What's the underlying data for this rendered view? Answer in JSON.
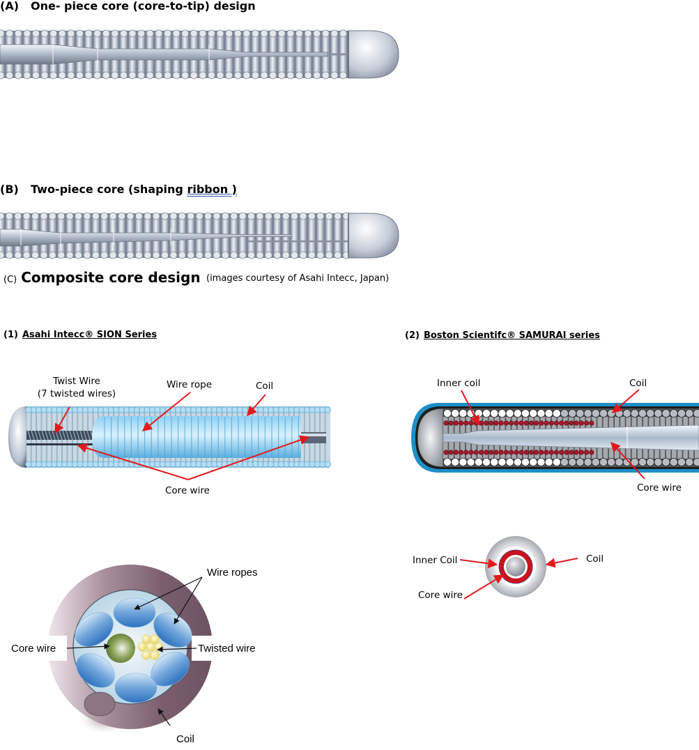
{
  "panels": {
    "a": {
      "tag": "(A)",
      "title": "One- piece core (core-to-tip) design"
    },
    "b": {
      "tag": "(B)",
      "title_prefix": "Two-piece core (shaping ",
      "title_link": "ribbon )"
    },
    "c": {
      "tag": "(C)",
      "title": "Composite core design",
      "credit": "(images courtesy of Asahi Intecc, Japan)"
    }
  },
  "sion": {
    "num": "(1)",
    "name": "Asahi Intecc®  SION Series",
    "labels": {
      "twist_wire": "Twist Wire",
      "twist_wire_note": "(7 twisted wires)",
      "wire_rope": "Wire rope",
      "coil": "Coil",
      "core_wire": "Core wire"
    },
    "cross_section": {
      "wire_ropes": "Wire ropes",
      "core_wire": "Core wire",
      "twisted_wire": "Twisted wire",
      "coil": "Coil"
    }
  },
  "samurai": {
    "num": "(2)",
    "name": "Boston Scientifc® SAMURAI series",
    "labels": {
      "inner_coil": "Inner coil",
      "coil": "Coil",
      "core_wire": "Core wire"
    },
    "cross_section": {
      "inner_coil": "Inner Coil",
      "coil": "Coil",
      "core_wire": "Core wire"
    }
  },
  "colors": {
    "arrow_red": "#e3191c",
    "sion_blue": "#5fb6e6",
    "samurai_blue": "#1e8fc9",
    "inner_coil_red": "#a3182a",
    "coil_purple": "#7e6370"
  }
}
